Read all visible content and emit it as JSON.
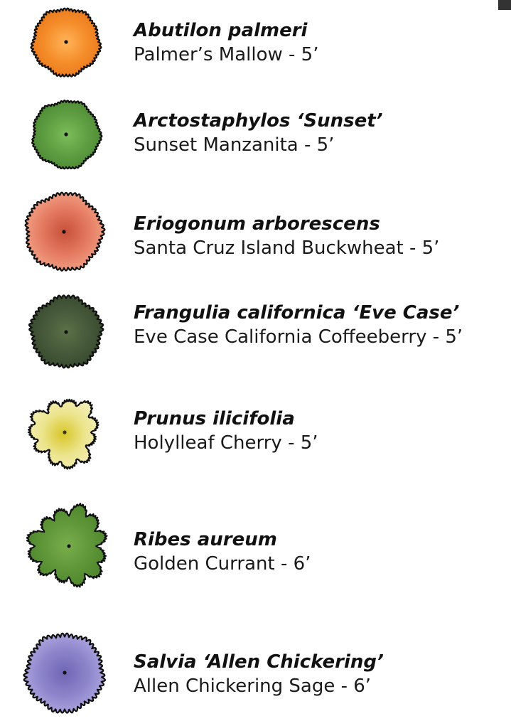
{
  "plants": [
    {
      "scientific_name": "Abutilon palmeri",
      "common_line": "Palmer’s Mallow - 5’",
      "symbol": "orange-shrub-symbol-icon",
      "colors": {
        "center": "#ffb45a",
        "mid": "#f58d2a",
        "edge": "#e8781c",
        "dot": "#111111"
      }
    },
    {
      "scientific_name": "Arctostaphylos ‘Sunset’",
      "common_line": "Sunset Manzanita - 5’",
      "symbol": "green-shrub-symbol-icon",
      "colors": {
        "center": "#7dbd5a",
        "mid": "#5f9e42",
        "edge": "#4c8a34",
        "dot": "#111111"
      }
    },
    {
      "scientific_name": "Eriogonum arborescens",
      "common_line": "Santa Cruz Island Buckwheat - 5’",
      "symbol": "salmon-shrub-symbol-icon",
      "colors": {
        "center": "#c8503a",
        "mid": "#e57b62",
        "edge": "#f2a487",
        "dot": "#111111"
      }
    },
    {
      "scientific_name": "Frangulia californica ‘Eve Case’",
      "common_line": "Eve Case California Coffeeberry - 5’",
      "symbol": "dark-green-shrub-symbol-icon",
      "colors": {
        "center": "#5c7048",
        "mid": "#46593a",
        "edge": "#36482c",
        "dot": "#111111"
      }
    },
    {
      "scientific_name": "Prunus ilicifolia",
      "common_line": "Holylleaf Cherry - 5’",
      "symbol": "pale-yellow-shrub-symbol-icon",
      "colors": {
        "center": "#d8c628",
        "mid": "#ece48c",
        "edge": "#f3efb8",
        "dot": "#3a3a10"
      }
    },
    {
      "scientific_name": "Ribes aureum",
      "common_line": "Golden Currant - 6’",
      "symbol": "lobed-green-shrub-symbol-icon",
      "colors": {
        "center": "#7aae4c",
        "mid": "#5e9638",
        "edge": "#4d842c",
        "dot": "#111111"
      }
    },
    {
      "scientific_name": "Salvia ‘Allen Chickering’",
      "common_line": "Allen Chickering Sage - 6’",
      "symbol": "purple-shrub-symbol-icon",
      "colors": {
        "center": "#6f65b4",
        "mid": "#8e86cc",
        "edge": "#b0a9e0",
        "dot": "#111111"
      }
    }
  ]
}
